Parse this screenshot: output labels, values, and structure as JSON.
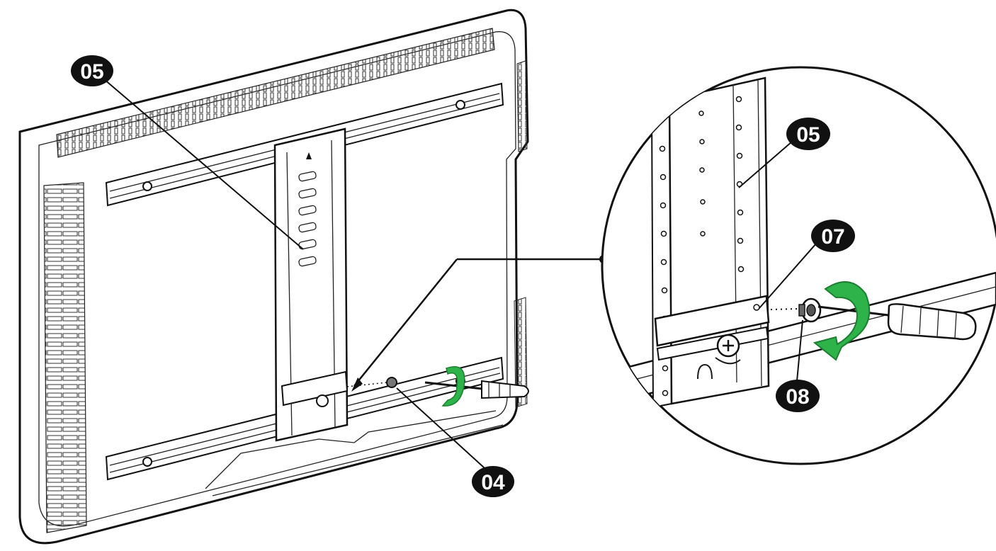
{
  "diagram": {
    "callouts": {
      "main_plate": "05",
      "main_spacer": "04",
      "detail_plate": "05",
      "detail_bracket": "07",
      "detail_washer": "08"
    },
    "colors": {
      "arrow_green": "#2db34a",
      "arrow_green_dark": "#1d7f31",
      "line": "#111111",
      "background": "#ffffff"
    },
    "icons": [
      "rotate-arrow-icon",
      "screwdriver-icon",
      "screw-icon"
    ]
  }
}
